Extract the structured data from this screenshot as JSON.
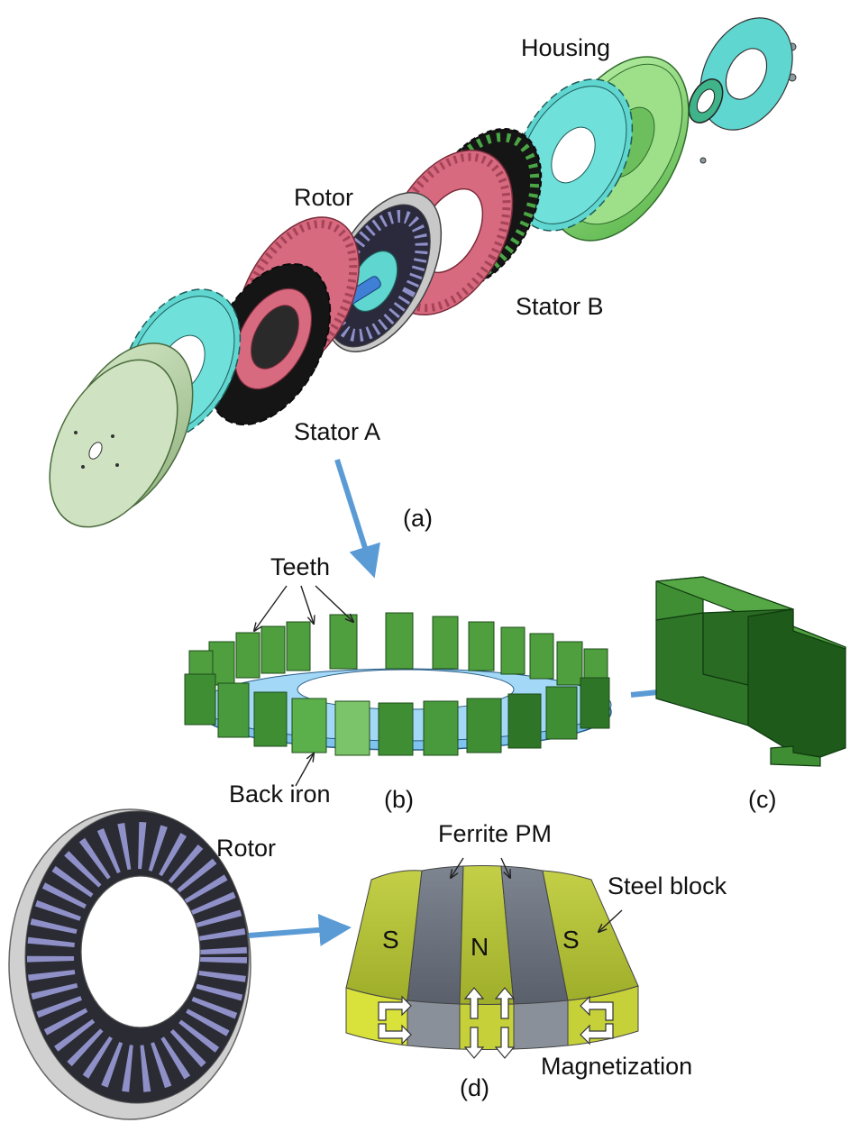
{
  "labels": {
    "housing": "Housing",
    "rotor_top": "Rotor",
    "stator_b": "Stator B",
    "stator_a": "Stator A",
    "teeth": "Teeth",
    "back_iron": "Back iron",
    "rotor_bottom": "Rotor",
    "ferrite_pm": "Ferrite PM",
    "steel_block": "Steel block",
    "magnetization": "Magnetization"
  },
  "captions": {
    "a": "(a)",
    "b": "(b)",
    "c": "(c)",
    "d": "(d)"
  },
  "poles": {
    "left": "S",
    "center": "N",
    "right": "S"
  },
  "colors": {
    "housing_green": "#7fd36a",
    "housing_grey_green": "#a9c79a",
    "plate_cyan": "#5fd6d0",
    "coil_pink": "#d86a80",
    "core_black": "#151515",
    "rotor_slot_blue": "#8f90c8",
    "rotor_rim_grey": "#c8c8c8",
    "teeth_green": "#3f9e3a",
    "back_iron_blue": "#7fc4f0",
    "arrow_blue": "#5b9bd5",
    "pm_grey": "#6d7480",
    "steel_yellow_green": "#b5c23a"
  }
}
